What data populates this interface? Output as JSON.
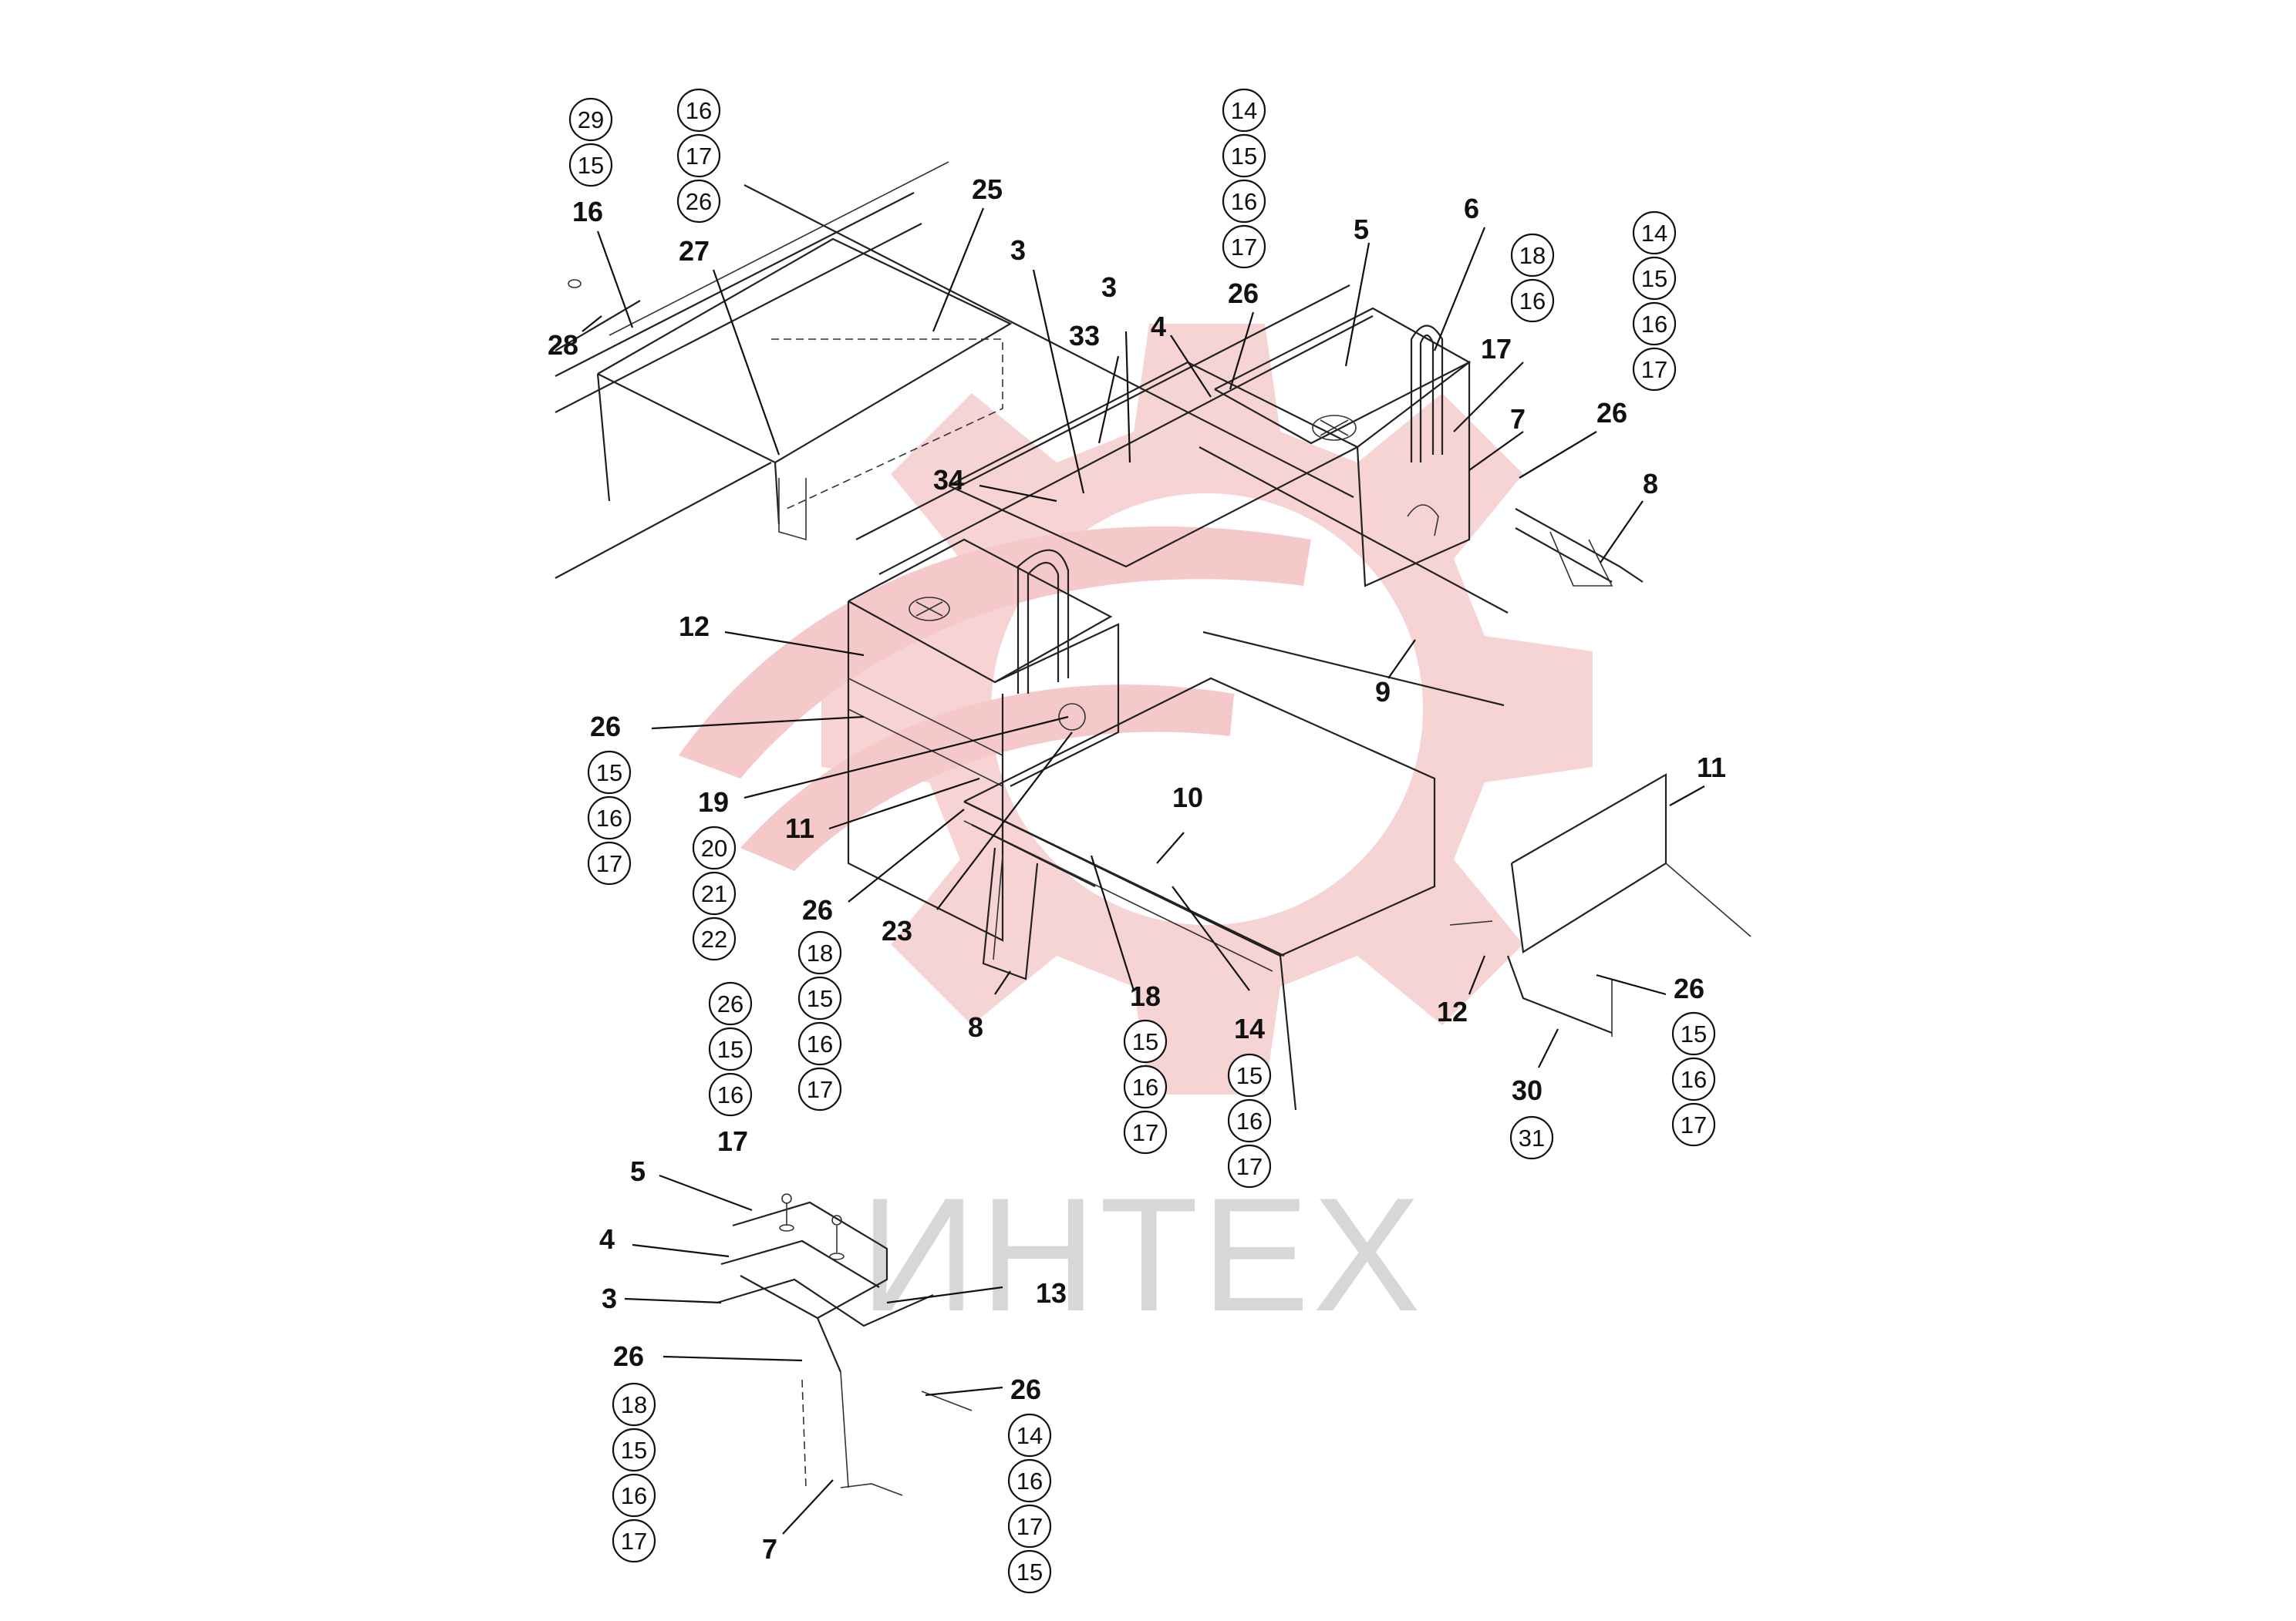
{
  "watermark": {
    "text": "ИНТЕХ",
    "gear_color": "#f4c2c2",
    "text_color": "#d7d7d7"
  },
  "callouts": {
    "c16_top": "16",
    "c28": "28",
    "c27": "27",
    "c25": "25",
    "c3a": "3",
    "c3b": "3",
    "c33": "33",
    "c4_top": "4",
    "c26_top": "26",
    "c5_top": "5",
    "c6": "6",
    "c17_top": "17",
    "c7_top": "7",
    "c26_right": "26",
    "c8_right": "8",
    "c34": "34",
    "c12_left": "12",
    "c9": "9",
    "c26_left": "26",
    "c19": "19",
    "c11_left": "11",
    "c26_mid": "26",
    "c23": "23",
    "c10": "10",
    "c11_right": "11",
    "c8_bottom": "8",
    "c18_bottom": "18",
    "c14_bottom": "14",
    "c12_right": "12",
    "c26_farright": "26",
    "c30": "30",
    "c17_inset": "17",
    "c5_inset": "5",
    "c4_inset": "4",
    "c3_inset": "3",
    "c13_inset": "13",
    "c26_inset_left": "26",
    "c26_inset_right": "26",
    "c7_inset": "7"
  },
  "circled_stacks": {
    "s_29": [
      "29",
      "15"
    ],
    "s_16": [
      "16",
      "17",
      "26"
    ],
    "s_14_top": [
      "14",
      "15",
      "16",
      "17"
    ],
    "s_18_top": [
      "18",
      "16"
    ],
    "s_14_right": [
      "14",
      "15",
      "16",
      "17"
    ],
    "s_left_26": [
      "15",
      "16",
      "17"
    ],
    "s_left_19": [
      "20",
      "21",
      "22"
    ],
    "s_26_mid": [
      "26",
      "15",
      "16"
    ],
    "s_23_col": [
      "18",
      "15",
      "16",
      "17"
    ],
    "s_18_bottom": [
      "15",
      "16",
      "17"
    ],
    "s_14_bottom": [
      "15",
      "16",
      "17"
    ],
    "s_30": [
      "31"
    ],
    "s_26_farright": [
      "15",
      "16",
      "17"
    ],
    "s_inset_left": [
      "18",
      "15",
      "16",
      "17"
    ],
    "s_inset_right": [
      "14",
      "16",
      "17",
      "15"
    ]
  }
}
